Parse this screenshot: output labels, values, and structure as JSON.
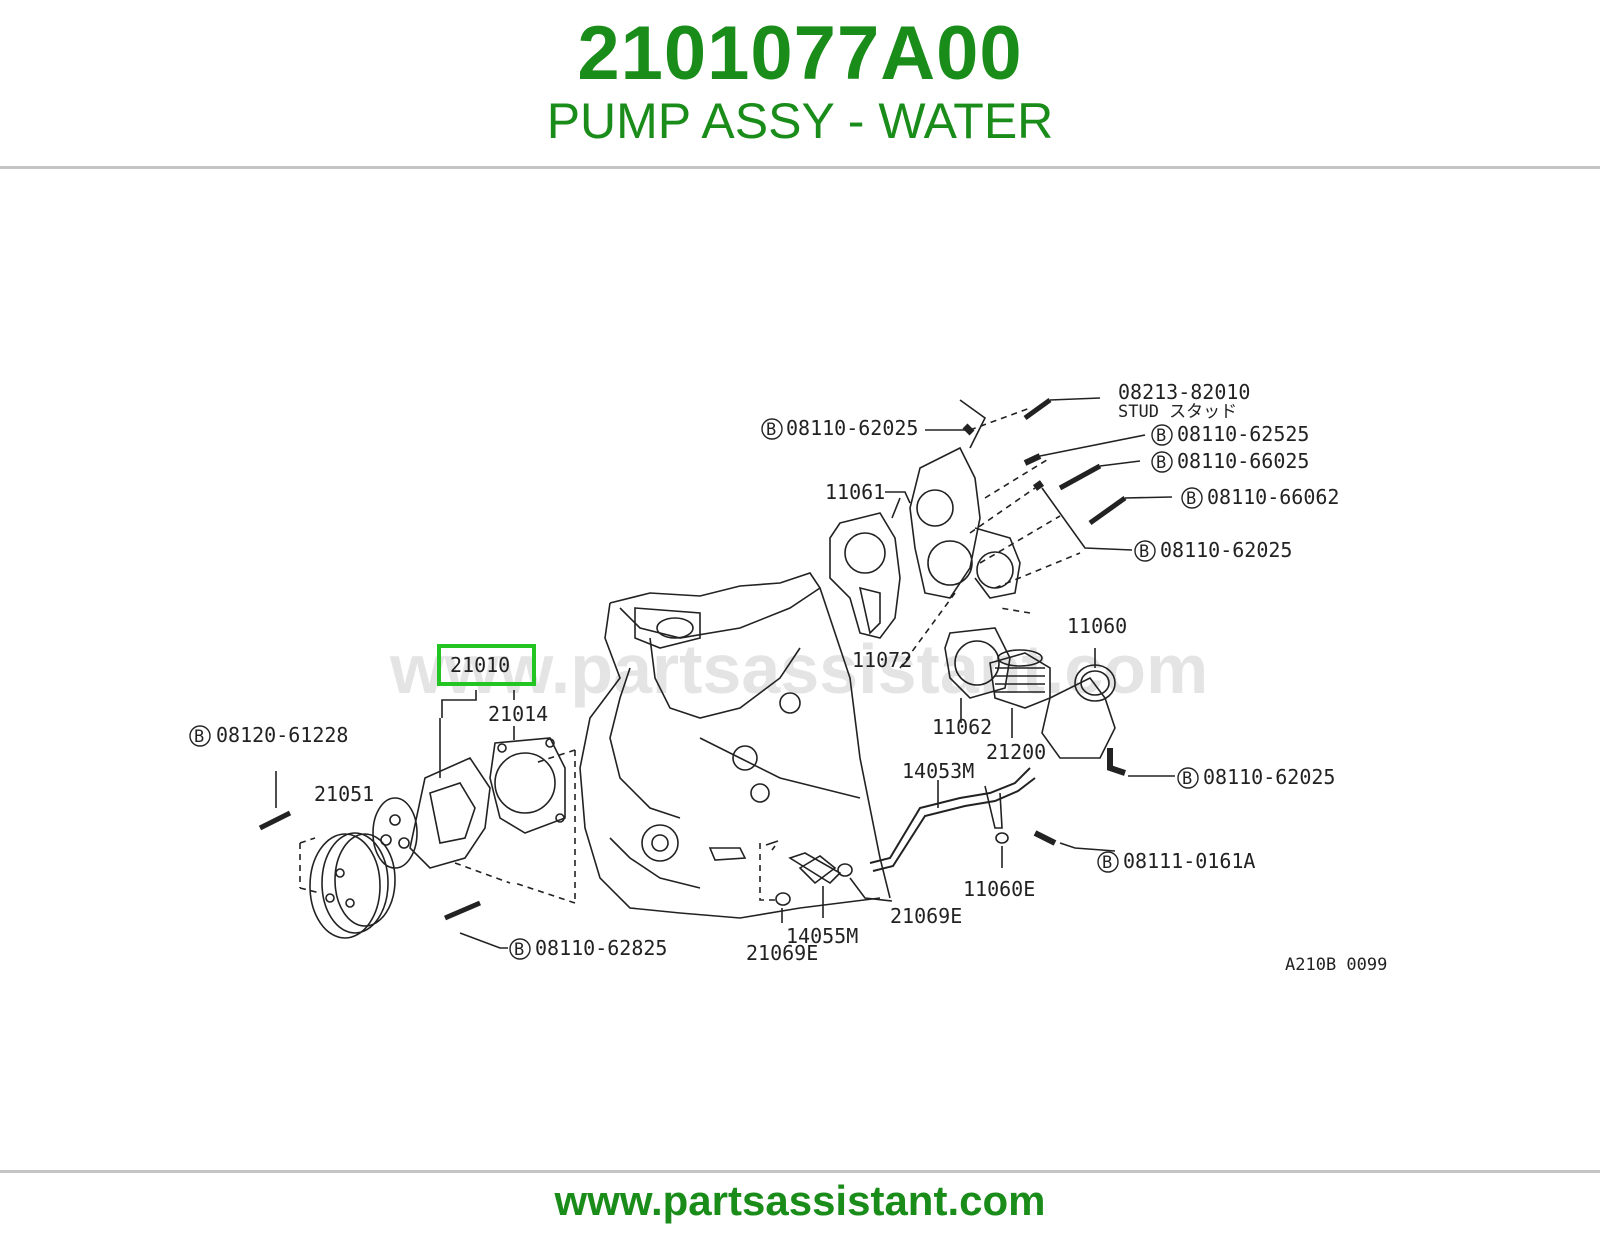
{
  "header": {
    "part_number": "2101077A00",
    "part_name": "PUMP ASSY - WATER"
  },
  "diagram": {
    "watermark": "www.partsassistant.com",
    "figure_code": "A210B 0099",
    "highlighted_part": "21010",
    "highlight_color": "#22c522",
    "bolt_marker": "B",
    "labels": {
      "p08213_82010": "08213-82010",
      "stud": "STUD スタッド",
      "p08110_62025_a": "08110-62025",
      "p08110_62525": "08110-62525",
      "p08110_66025": "08110-66025",
      "p08110_66062": "08110-66062",
      "p08110_62025_b": "08110-62025",
      "p11061": "11061",
      "p11060": "11060",
      "p11072": "11072",
      "p11062": "11062",
      "p21200": "21200",
      "p08110_62025_c": "08110-62025",
      "p21010": "21010",
      "p21014": "21014",
      "p08120_61228": "08120-61228",
      "p21051": "21051",
      "p14053M": "14053M",
      "p08111_0161A": "08111-0161A",
      "p11060E": "11060E",
      "p21069E_a": "21069E",
      "p14055M": "14055M",
      "p21069E_b": "21069E",
      "p08110_62825": "08110-62825"
    }
  },
  "footer": {
    "url": "www.partsassistant.com"
  },
  "colors": {
    "brand_green": "#1a8c1a",
    "rule_gray": "#c4c4c4",
    "line": "#222222"
  }
}
